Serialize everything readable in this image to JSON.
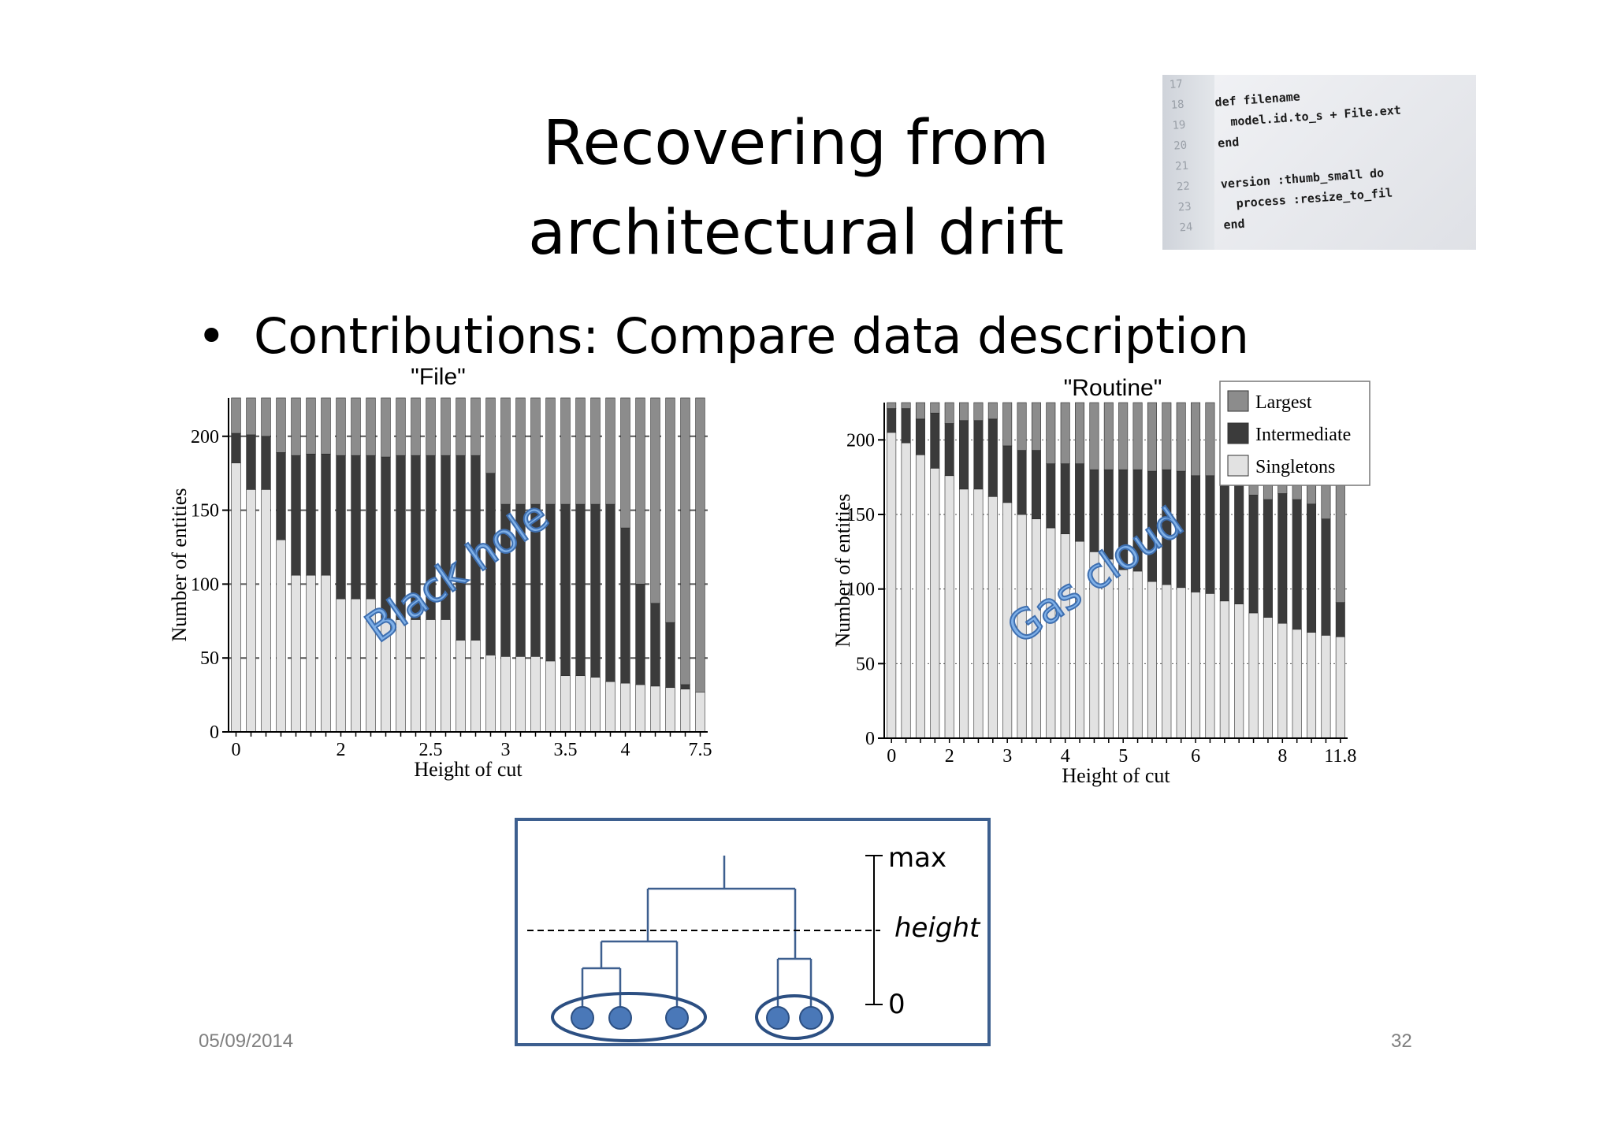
{
  "slide": {
    "title_line1": "Recovering from",
    "title_line2": "architectural drift",
    "bullet": "Contributions: Compare data description",
    "footer_date": "05/09/2014",
    "footer_page": "32"
  },
  "code_image": {
    "lines": [
      {
        "num": "17",
        "text": ""
      },
      {
        "num": "18",
        "text": "def filename"
      },
      {
        "num": "19",
        "text": "  model.id.to_s + File.ext"
      },
      {
        "num": "20",
        "text": "end"
      },
      {
        "num": "21",
        "text": ""
      },
      {
        "num": "22",
        "text": "version :thumb_small do"
      },
      {
        "num": "23",
        "text": "  process :resize_to_fil"
      },
      {
        "num": "24",
        "text": "end"
      }
    ]
  },
  "annotations": {
    "left": "Black hole",
    "right": "Gas cloud"
  },
  "dendrogram": {
    "max_label": "max",
    "height_label": "height",
    "zero_label": "0"
  },
  "colors": {
    "largest": "#8c8c8c",
    "intermediate": "#3b3b3b",
    "singletons": "#e2e2e2",
    "annotation": "#4f86c6",
    "dendrogram": "#3d5f8f",
    "node": "#4a78b8"
  },
  "chart_data": [
    {
      "type": "bar",
      "stacked": true,
      "title": "\"File\"",
      "xlabel": "Height of cut",
      "ylabel": "Number of entities",
      "ylim": [
        0,
        226
      ],
      "yticks": [
        0,
        50,
        100,
        150,
        200
      ],
      "xtick_labels": [
        {
          "index": 0,
          "label": "0"
        },
        {
          "index": 7,
          "label": "2"
        },
        {
          "index": 13,
          "label": "2.5"
        },
        {
          "index": 18,
          "label": "3"
        },
        {
          "index": 22,
          "label": "3.5"
        },
        {
          "index": 26,
          "label": "4"
        },
        {
          "index": 31,
          "label": "7.5"
        }
      ],
      "grid": "dashed horizontal at 50, 100, 200",
      "series": [
        {
          "name": "Singletons",
          "values": [
            182,
            164,
            164,
            130,
            106,
            106,
            106,
            90,
            90,
            90,
            76,
            76,
            76,
            76,
            76,
            62,
            62,
            52,
            51,
            51,
            51,
            48,
            38,
            38,
            37,
            34,
            33,
            32,
            31,
            30,
            29,
            27
          ]
        },
        {
          "name": "Intermediate",
          "values": [
            20,
            37,
            36,
            59,
            81,
            82,
            82,
            97,
            97,
            97,
            110,
            111,
            111,
            111,
            111,
            125,
            125,
            123,
            103,
            103,
            103,
            106,
            116,
            116,
            117,
            120,
            105,
            68,
            56,
            44,
            3,
            0
          ]
        },
        {
          "name": "Largest",
          "values": [
            24,
            25,
            26,
            37,
            39,
            38,
            38,
            39,
            39,
            39,
            40,
            39,
            39,
            39,
            39,
            39,
            39,
            51,
            72,
            72,
            72,
            72,
            72,
            72,
            72,
            72,
            88,
            126,
            139,
            152,
            194,
            199
          ]
        }
      ]
    },
    {
      "type": "bar",
      "stacked": true,
      "title": "\"Routine\"",
      "xlabel": "Height of cut",
      "ylabel": "Number of entities",
      "ylim": [
        0,
        225
      ],
      "yticks": [
        0,
        50,
        100,
        150,
        200
      ],
      "xtick_labels": [
        {
          "index": 0,
          "label": "0"
        },
        {
          "index": 4,
          "label": "2"
        },
        {
          "index": 8,
          "label": "3"
        },
        {
          "index": 12,
          "label": "4"
        },
        {
          "index": 16,
          "label": "5"
        },
        {
          "index": 21,
          "label": "6"
        },
        {
          "index": 27,
          "label": "8"
        },
        {
          "index": 31,
          "label": "11.8"
        }
      ],
      "legend": [
        "Largest",
        "Intermediate",
        "Singletons"
      ],
      "legend_position": "top-right",
      "grid": "dotted horizontal",
      "series": [
        {
          "name": "Singletons",
          "values": [
            205,
            198,
            190,
            181,
            176,
            167,
            167,
            162,
            158,
            150,
            147,
            141,
            137,
            132,
            125,
            120,
            113,
            112,
            105,
            103,
            101,
            98,
            97,
            92,
            90,
            84,
            81,
            77,
            73,
            71,
            69,
            68
          ]
        },
        {
          "name": "Intermediate",
          "values": [
            16,
            23,
            24,
            37,
            35,
            46,
            46,
            52,
            38,
            43,
            46,
            43,
            47,
            52,
            55,
            60,
            67,
            68,
            74,
            77,
            78,
            78,
            79,
            82,
            83,
            79,
            79,
            87,
            87,
            86,
            78,
            23
          ]
        },
        {
          "name": "Largest",
          "values": [
            4,
            4,
            11,
            7,
            14,
            12,
            12,
            11,
            29,
            32,
            32,
            41,
            41,
            41,
            45,
            45,
            45,
            45,
            46,
            45,
            46,
            49,
            49,
            51,
            52,
            62,
            65,
            61,
            65,
            68,
            78,
            134
          ]
        }
      ]
    }
  ]
}
